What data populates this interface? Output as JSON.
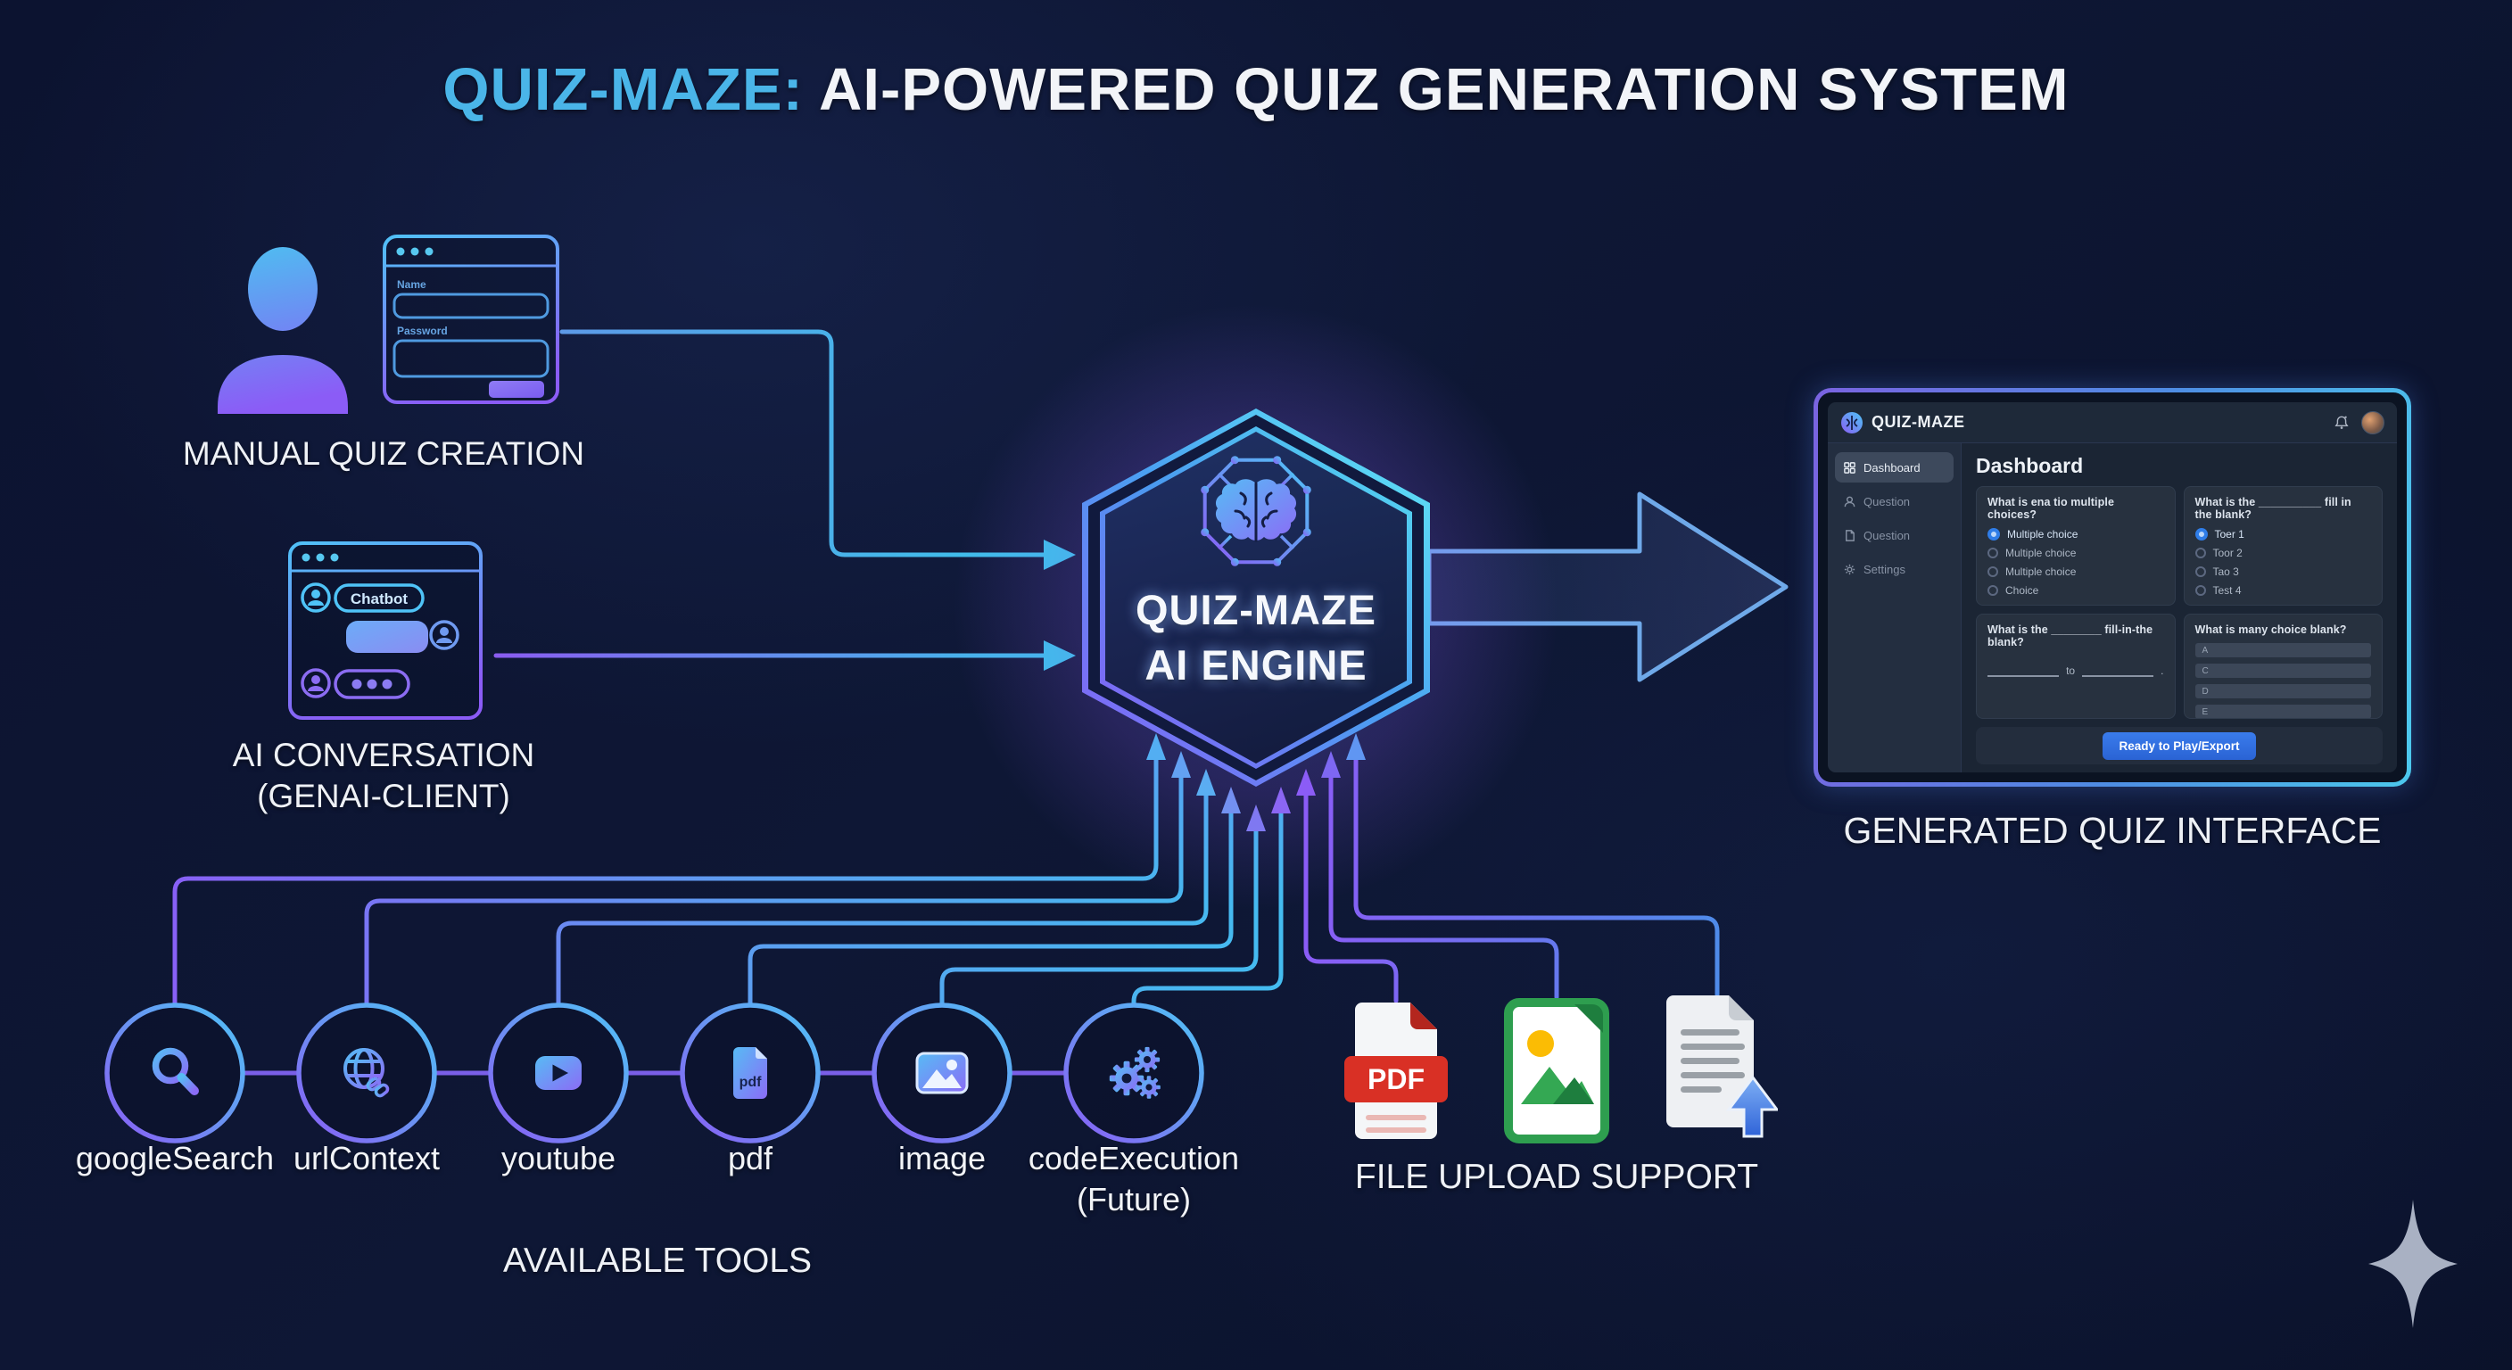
{
  "title": {
    "highlight": "QUIZ-MAZE:",
    "rest": " AI-POWERED QUIZ GENERATION SYSTEM"
  },
  "colors": {
    "background": "#0d1432",
    "title_highlight": "#4ab5e8",
    "accent_cyan": "#38c6ea",
    "accent_blue": "#4a8ee8",
    "accent_purple": "#8b5cf6",
    "pdf_red": "#d93025",
    "image_green": "#34a853",
    "sun_yellow": "#fbbc04",
    "upload_blue": "#2f7de8",
    "button_blue": "#2e6be6",
    "sparkle_grey": "#a9b1c3"
  },
  "sources": {
    "manual": {
      "label": "MANUAL QUIZ CREATION",
      "window": {
        "name_label": "Name",
        "password_label": "Password"
      }
    },
    "chat": {
      "label_line1": "AI CONVERSATION",
      "label_line2": "(GENAI-CLIENT)",
      "chatbot_badge": "Chatbot"
    }
  },
  "engine": {
    "line1": "QUIZ-MAZE",
    "line2": "AI ENGINE"
  },
  "output": {
    "label": "GENERATED QUIZ INTERFACE",
    "dashboard": {
      "logo": "QUIZ-MAZE",
      "sidebar": [
        {
          "icon": "grid-icon",
          "label": "Dashboard",
          "active": true
        },
        {
          "icon": "user-icon",
          "label": "Question",
          "active": false
        },
        {
          "icon": "file-icon",
          "label": "Question",
          "active": false
        },
        {
          "icon": "gear-icon",
          "label": "Settings",
          "active": false
        }
      ],
      "heading": "Dashboard",
      "cards": [
        {
          "type": "radio",
          "question": "What is ena tio multiple choices?",
          "options": [
            {
              "label": "Multiple choice",
              "selected": true
            },
            {
              "label": "Multiple choice",
              "selected": false
            },
            {
              "label": "Multiple choice",
              "selected": false
            },
            {
              "label": "Choice",
              "selected": false
            }
          ]
        },
        {
          "type": "radio",
          "question": "What is the __________ fill in the blank?",
          "options": [
            {
              "label": "Toer 1",
              "selected": true
            },
            {
              "label": "Toor 2",
              "selected": false
            },
            {
              "label": "Tao 3",
              "selected": false
            },
            {
              "label": "Test 4",
              "selected": false
            }
          ]
        },
        {
          "type": "blanks",
          "question": "What is the ________ fill-in-the blank?",
          "blank_mid": "to",
          "blank_end": "."
        },
        {
          "type": "bars",
          "question": "What is many choice blank?",
          "options": [
            {
              "label": "A"
            },
            {
              "label": "C"
            },
            {
              "label": "D"
            },
            {
              "label": "E"
            }
          ]
        }
      ],
      "button": "Ready to Play/Export"
    }
  },
  "tools": {
    "label": "AVAILABLE TOOLS",
    "items": [
      {
        "icon": "search-icon",
        "label": "googleSearch"
      },
      {
        "icon": "globe-link-icon",
        "label": "urlContext"
      },
      {
        "icon": "play-icon",
        "label": "youtube"
      },
      {
        "icon": "pdf-doc-icon",
        "label": "pdf",
        "badge": "pdf"
      },
      {
        "icon": "image-icon",
        "label": "image"
      },
      {
        "icon": "gears-icon",
        "label": "codeExecution",
        "label2": "(Future)"
      }
    ]
  },
  "uploads": {
    "label": "FILE UPLOAD SUPPORT",
    "items": [
      {
        "icon": "pdf-file-icon",
        "badge": "PDF"
      },
      {
        "icon": "image-file-icon",
        "badge": ""
      },
      {
        "icon": "doc-upload-icon",
        "badge": ""
      }
    ]
  }
}
